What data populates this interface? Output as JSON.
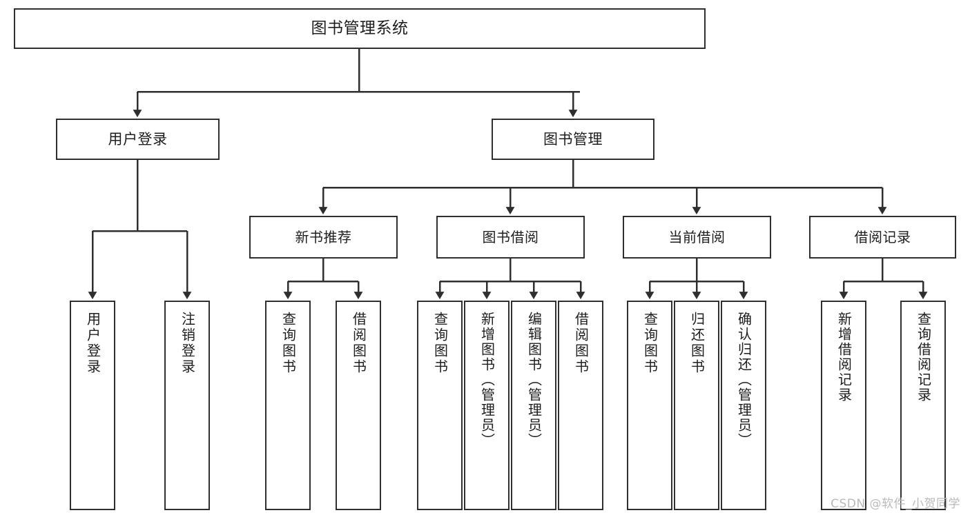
{
  "diagram": {
    "title": "图书管理系统",
    "type": "tree-hierarchy",
    "watermark": "CSDN @软件_小贺同学",
    "colors": {
      "background": "#ffffff",
      "box_fill": "#ffffff",
      "box_border": "#2e2e2e",
      "connector": "#2e2e2e",
      "text": "#1d1d1d",
      "watermark": "#b9b9b9"
    },
    "root": {
      "label": "图书管理系统"
    },
    "level1": [
      {
        "label": "用户登录"
      },
      {
        "label": "图书管理"
      }
    ],
    "level2": [
      {
        "label": "新书推荐"
      },
      {
        "label": "图书借阅"
      },
      {
        "label": "当前借阅"
      },
      {
        "label": "借阅记录"
      }
    ],
    "leaves": {
      "user_login": [
        {
          "label": "用户登录"
        },
        {
          "label": "注销登录"
        }
      ],
      "new_book_recommend": [
        {
          "label": "查询图书"
        },
        {
          "label": "借阅图书"
        }
      ],
      "book_borrow": [
        {
          "label": "查询图书"
        },
        {
          "label": "新增图书（管理员）"
        },
        {
          "label": "编辑图书（管理员）"
        },
        {
          "label": "借阅图书"
        }
      ],
      "current_borrow": [
        {
          "label": "查询图书"
        },
        {
          "label": "归还图书"
        },
        {
          "label": "确认归还（管理员）"
        }
      ],
      "borrow_record": [
        {
          "label": "新增借阅记录"
        },
        {
          "label": "查询借阅记录"
        }
      ]
    }
  }
}
